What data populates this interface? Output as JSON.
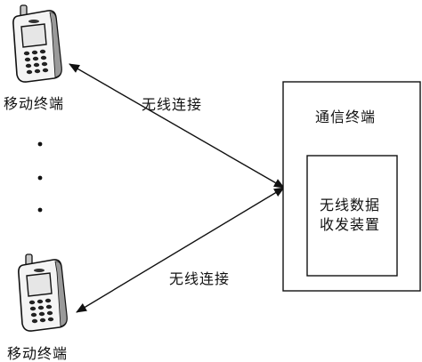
{
  "mobile_terminal_top": {
    "label": "移动终端"
  },
  "mobile_terminal_bottom": {
    "label": "移动终端"
  },
  "wireless_link_top": {
    "label": "无线连接"
  },
  "wireless_link_bottom": {
    "label": "无线连接"
  },
  "communication_terminal": {
    "label": "通信终端",
    "transceiver": {
      "line1": "无线数据",
      "line2": "收发装置"
    }
  },
  "colors": {
    "stroke": "#111111",
    "phone_body": "#f4f4f4",
    "phone_shade": "#9a9a9a",
    "phone_screen": "#e6e6e6"
  }
}
